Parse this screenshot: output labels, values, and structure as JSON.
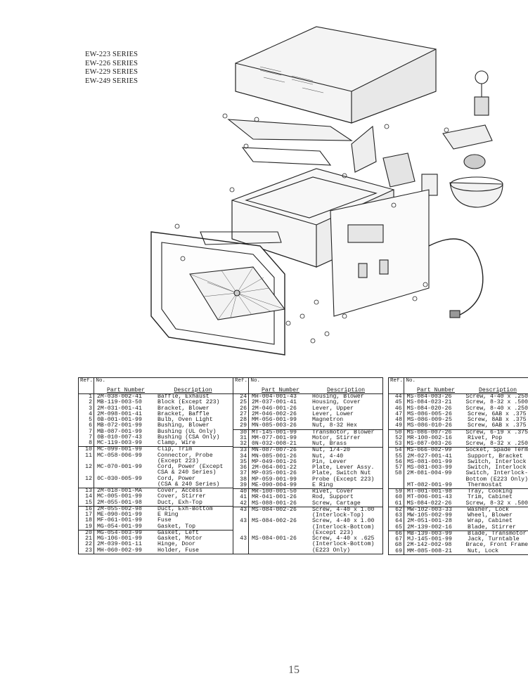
{
  "series": [
    "EW-223 SERIES",
    "EW-226 SERIES",
    "EW-229 SERIES",
    "EW-249 SERIES"
  ],
  "table_headers": {
    "ref": "Ref. No.",
    "part": "Part Number",
    "desc": "Description"
  },
  "tables": [
    {
      "rows": [
        [
          "1",
          "2M-038-002-41",
          "Baffle, Exhaust"
        ],
        [
          "2",
          "MB-119-003-50",
          "Block (Except 223)"
        ],
        [
          "3",
          "2M-031-001-41",
          "Bracket, Blower"
        ],
        [
          "4",
          "2M-098-001-41",
          "Bracket, Baffle"
        ],
        [
          "5",
          "0B-001-001-99",
          "Bulb, Oven Light"
        ],
        [
          "6",
          "MB-072-001-99",
          "Bushing, Blower"
        ],
        [
          "7",
          "MB-087-001-99",
          "Bushing (UL Only)"
        ],
        [
          "7",
          "0B-010-007-43",
          "Bushing (CSA Only)"
        ],
        [
          "8",
          "MC-119-003-99",
          "Clamp, Wire"
        ],
        [
          "10",
          "MC-099-001-99",
          "Clip, Trim"
        ],
        [
          "11",
          "MC-058-006-99",
          "Connector, Probe"
        ],
        [
          "",
          "",
          "(Except 223)"
        ],
        [
          "12",
          "MC-070-001-99",
          "Cord, Power (Except"
        ],
        [
          "",
          "",
          "CSA & 240 Series)"
        ],
        [
          "12",
          "0C-030-005-99",
          "Cord, Power"
        ],
        [
          "",
          "",
          "(CSA & 240 Series)"
        ],
        [
          "13",
          "2M-018-001-MA",
          "Cover, Access"
        ],
        [
          "14",
          "MC-005-001-99",
          "Cover, Stirrer"
        ],
        [
          "15",
          "2M-055-001-98",
          "Duct, Exh-Top"
        ],
        [
          "16",
          "2M-055-002-98",
          "Duct, Exh-Bottom"
        ],
        [
          "17",
          "ME-090-001-99",
          "E Ring"
        ],
        [
          "18",
          "MF-061-001-99",
          "Fuse"
        ],
        [
          "19",
          "MG-054-001-99",
          "Gasket, Top"
        ],
        [
          "20",
          "MG-054-003-99",
          "Gasket, Left"
        ],
        [
          "21",
          "MG-106-001-99",
          "Gasket, Motor"
        ],
        [
          "22",
          "2M-039-001-11",
          "Hinge, Door"
        ],
        [
          "23",
          "MH-060-002-99",
          "Holder, Fuse"
        ]
      ],
      "seps": [
        9,
        16,
        19,
        23
      ]
    },
    {
      "rows": [
        [
          "24",
          "MH-004-001-43",
          "Housing, Blower"
        ],
        [
          "25",
          "2M-037-001-41",
          "Housing, Cover"
        ],
        [
          "26",
          "2M-046-001-26",
          "Lever, Upper"
        ],
        [
          "27",
          "2M-046-002-26",
          "Lever, Lower"
        ],
        [
          "28",
          "MM-056-001-99",
          "Magnetron"
        ],
        [
          "29",
          "MN-085-003-26",
          "Nut, 8-32 Hex"
        ],
        [
          "30",
          "MT-145-001-99",
          "Transmotor, Blower"
        ],
        [
          "31",
          "MM-077-001-99",
          "Motor, Stirrer"
        ],
        [
          "32",
          "0N-032-008-21",
          "Nut, Brass"
        ],
        [
          "33",
          "MN-087-007-26",
          "Nut, 1/4-20"
        ],
        [
          "34",
          "MN-085-001-26",
          "Nut, 4-40"
        ],
        [
          "35",
          "MP-049-001-26",
          "Pin, Lever"
        ],
        [
          "36",
          "2M-064-001-22",
          "Plate, Lever Assy."
        ],
        [
          "37",
          "MP-035-001-26",
          "Plate, Switch Nut"
        ],
        [
          "38",
          "MP-059-001-99",
          "Probe (Except 223)"
        ],
        [
          "39",
          "ME-090-004-99",
          "E Ring"
        ],
        [
          "40",
          "MR-100-001-50",
          "Rivet, Cover"
        ],
        [
          "41",
          "MR-041-001-26",
          "Rod, Support"
        ],
        [
          "42",
          "MS-088-001-26",
          "Screw, Cartage"
        ],
        [
          "43",
          "MS-084-002-26",
          "Screw, 4-40 x 1.00"
        ],
        [
          "",
          "",
          "(Interlock-Top)"
        ],
        [
          "43",
          "MS-084-002-26",
          "Screw, 4-40 x 1.00"
        ],
        [
          "",
          "",
          "(Interlock-Bottom)"
        ],
        [
          "",
          "",
          "(Except 223)"
        ],
        [
          "43",
          "MS-084-001-26",
          "Screw, 4-40 x .625"
        ],
        [
          "",
          "",
          "(Interlock-Bottom)"
        ],
        [
          "",
          "",
          "(E223 Only)"
        ]
      ],
      "seps": [
        6,
        9,
        16,
        19
      ]
    },
    {
      "rows": [
        [
          "44",
          "MS-084-003-26",
          "Screw, 4-40 x .250"
        ],
        [
          "45",
          "MS-084-023-21",
          "Screw, 8-32 x .500"
        ],
        [
          "46",
          "MS-084-020-26",
          "Screw, 8-40 x .250"
        ],
        [
          "47",
          "MS-086-005-26",
          "Screw, 6AB x .375"
        ],
        [
          "48",
          "MS-086-009-25",
          "Screw, 8AB x .375"
        ],
        [
          "49",
          "MS-086-010-26",
          "Screw, 6AB x .375"
        ],
        [
          "50",
          "MS-086-007-26",
          "Screw, 6-19 x .375"
        ],
        [
          "52",
          "MR-100-002-16",
          "Rivet, Pop"
        ],
        [
          "53",
          "MS-087-003-26",
          "Screw, 8-32 x .250"
        ],
        [
          "54",
          "MS-066-002-99",
          "Socket, Spade Term"
        ],
        [
          "55",
          "2M-027-001-41",
          "Support, Bracket"
        ],
        [
          "56",
          "MS-081-001-99",
          "Switch, Interlock"
        ],
        [
          "57",
          "MS-081-003-99",
          "Switch, Interlock"
        ],
        [
          "58",
          "2M-081-004-99",
          "Switch, Interlock-"
        ],
        [
          "",
          "",
          "Bottom (E223 Only)"
        ],
        [
          "",
          "MT-082-001-99",
          "Thermostat"
        ],
        [
          "59",
          "MT-001-001-98",
          "Tray, Cooking"
        ],
        [
          "60",
          "MT-006-001-43",
          "Trim, Cabinet"
        ],
        [
          "61",
          "MS-084-022-26",
          "Screw, 8-32 x .500"
        ],
        [
          "62",
          "MW-102-003-33",
          "Washer, Lock"
        ],
        [
          "63",
          "MW-105-002-99",
          "Wheel, Blower"
        ],
        [
          "64",
          "2M-051-001-28",
          "Wrap, Cabinet"
        ],
        [
          "65",
          "2M-139-002-16",
          "Blade, Stirrer"
        ],
        [
          "66",
          "MB-139-003-99",
          "Blade, Transmotor"
        ],
        [
          "67",
          "MJ-145-001-99",
          "Jack, Turntable"
        ],
        [
          "68",
          "2M-142-002-98",
          "Brace, Front Frame"
        ],
        [
          "69",
          "MM-085-008-21",
          "Nut, Lock"
        ]
      ],
      "seps": [
        6,
        9,
        16,
        19,
        23
      ]
    }
  ],
  "page_number": "15"
}
